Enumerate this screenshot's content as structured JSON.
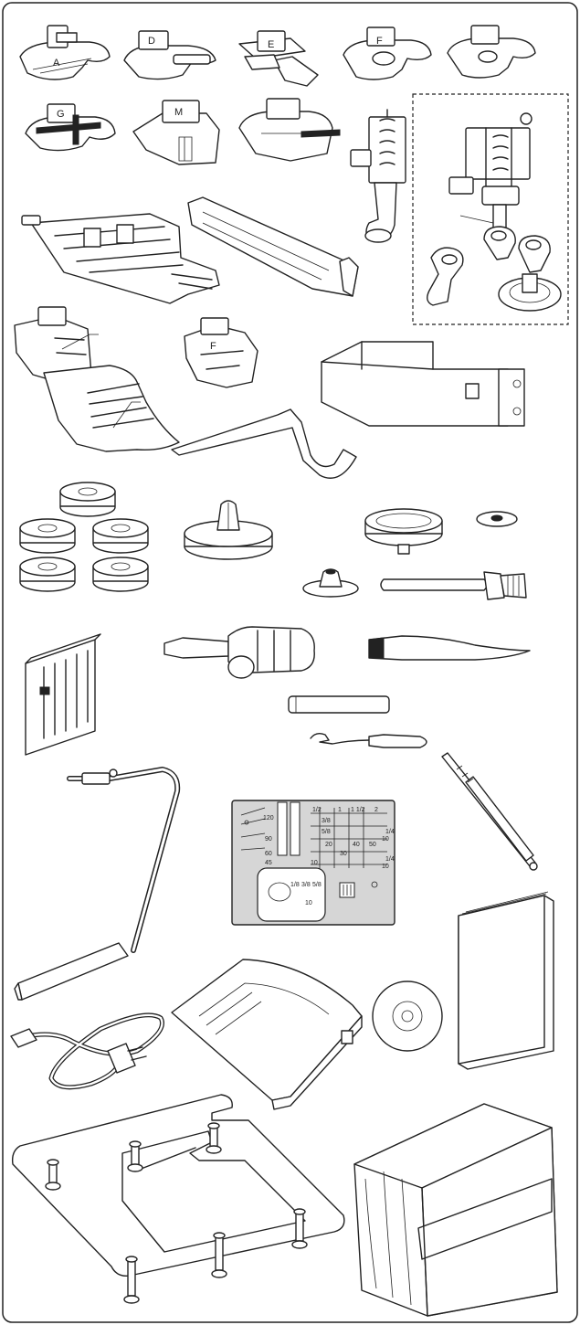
{
  "foot_letters": {
    "a": "A",
    "d": "D",
    "e": "E",
    "f": "F",
    "m": "M",
    "g": "G"
  },
  "needle_plate": {
    "left_marks": [
      "120",
      "90",
      "60",
      "45"
    ],
    "top_fractions": [
      "1/2",
      "3/8",
      "1",
      "1 1/2",
      "2",
      "5/8"
    ],
    "metric_marks": [
      "20",
      "40",
      "50",
      "30",
      "10"
    ],
    "right_marks": [
      "1/4",
      "10",
      "1/4",
      "10"
    ],
    "bottom_fractions": [
      "1/8",
      "3/8",
      "5/8",
      "10"
    ]
  },
  "icons": {
    "frame": "rounded-frame",
    "optional_kit": "dashed-box"
  }
}
